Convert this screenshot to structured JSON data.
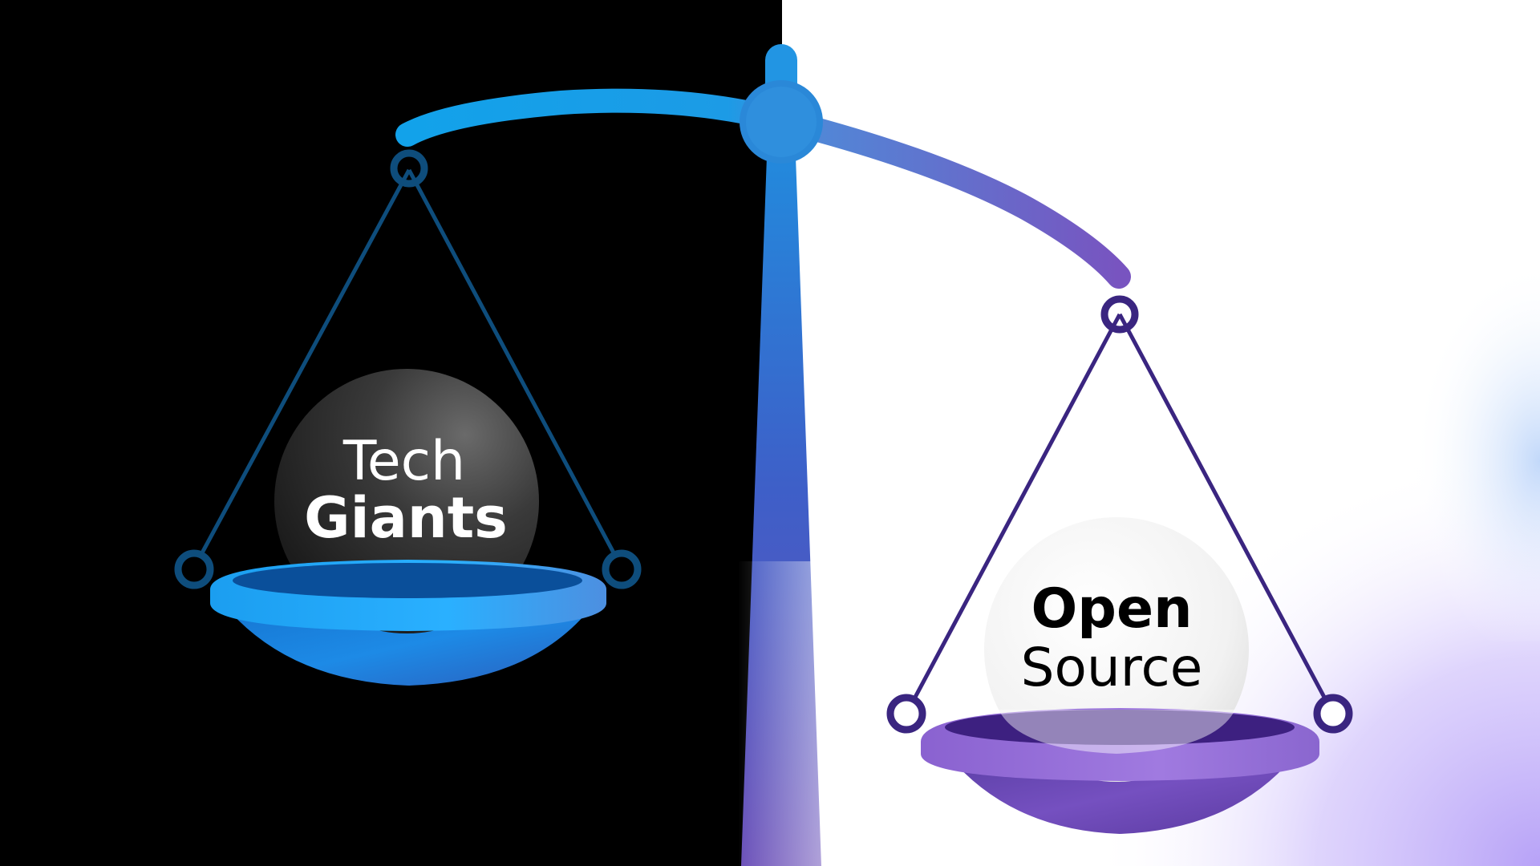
{
  "left_weight": {
    "line1": "Tech",
    "line2": "Giants"
  },
  "right_weight": {
    "line1": "Open",
    "line2": "Source"
  },
  "colors": {
    "left_background": "#000000",
    "right_background": "#ffffff",
    "beam_start": "#13a3ea",
    "beam_end": "#7b56c2",
    "left_string": "#0d4f7e",
    "right_string": "#3d2680",
    "left_pan": "#1a8de8",
    "right_pan": "#7a52c0",
    "left_ball": "#3a3a3a",
    "right_ball": "#f1f1f1",
    "corner_glow": "#b9a6f5"
  }
}
